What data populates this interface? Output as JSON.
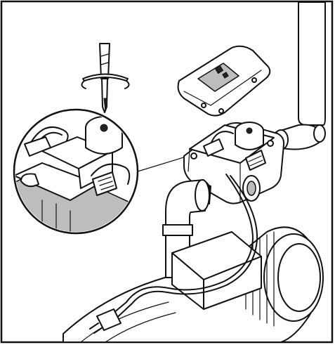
{
  "colors": {
    "line": "#111111",
    "shade": "#bdbdbd",
    "background": "#ffffff"
  },
  "parts": [
    "frame-border",
    "vertical-pipe",
    "screwdriver",
    "controller-cover",
    "pressure-controller",
    "detail-magnifier",
    "pump-motor",
    "inlet-elbow",
    "power-cable"
  ]
}
